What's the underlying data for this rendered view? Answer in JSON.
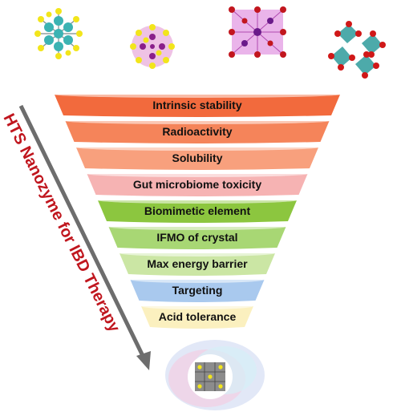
{
  "side_label": "HTS Nanozyme for IBD Therapy",
  "crystals": [
    {
      "name": "crystal-structure-1"
    },
    {
      "name": "crystal-structure-2"
    },
    {
      "name": "crystal-structure-3"
    },
    {
      "name": "crystal-structure-4"
    }
  ],
  "funnel": {
    "tiers": [
      {
        "label": "Intrinsic stability",
        "color": "#f26a3d"
      },
      {
        "label": "Radioactivity",
        "color": "#f5845a"
      },
      {
        "label": "Solubility",
        "color": "#f8a07d"
      },
      {
        "label": "Gut microbiome toxicity",
        "color": "#f6b3b3"
      },
      {
        "label": "Biomimetic element",
        "color": "#8cc63f"
      },
      {
        "label": "IFMO of crystal",
        "color": "#a8d774"
      },
      {
        "label": "Max energy barrier",
        "color": "#cbe6a4"
      },
      {
        "label": "Targeting",
        "color": "#a9c9ee"
      },
      {
        "label": "Acid tolerance",
        "color": "#fbf0bf"
      }
    ]
  },
  "result_image": {
    "name": "nanozyme-result-image"
  }
}
